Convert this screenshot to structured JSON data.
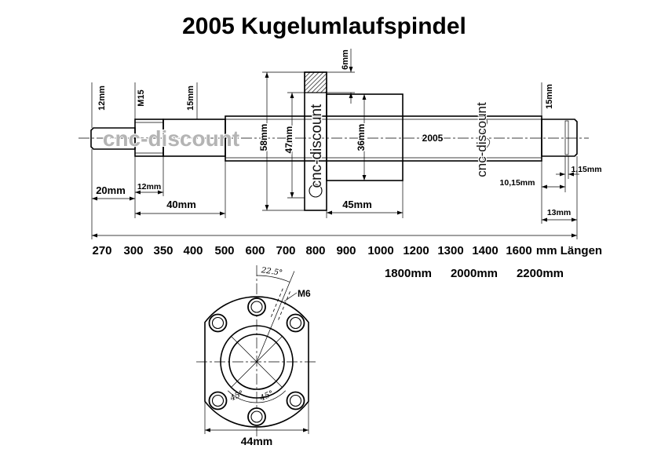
{
  "title": "2005 Kugelumlaufspindel",
  "side_view": {
    "left_end_diameter": "12mm",
    "thread": "M15",
    "bearing_diameter": "15mm",
    "right_end_diameter": "15mm",
    "flange_thickness": "6mm",
    "flange_diameter": "58mm",
    "bolt_circle": "47mm",
    "nut_diameter": "36mm",
    "screw_type": "2005",
    "left_end_length": "20mm",
    "thread_length": "12mm",
    "bearing_length": "40mm",
    "nut_length": "45mm",
    "right_groove_position": "10,15mm",
    "groove_width": "1,15mm",
    "right_end_length": "13mm"
  },
  "flange_view": {
    "angle_hole": "22.5°",
    "thread_hole": "M6",
    "angle_left": "45°",
    "angle_right": "45°",
    "flat_width": "44mm"
  },
  "lengths": {
    "row1": [
      "270",
      "300",
      "350",
      "400",
      "500",
      "600",
      "700",
      "800",
      "900",
      "1000",
      "1200",
      "1300",
      "1400",
      "1600"
    ],
    "row1_suffix": "mm Längen",
    "row2": [
      "1800mm",
      "2000mm",
      "2200mm"
    ]
  },
  "watermark": "cnc-discount"
}
